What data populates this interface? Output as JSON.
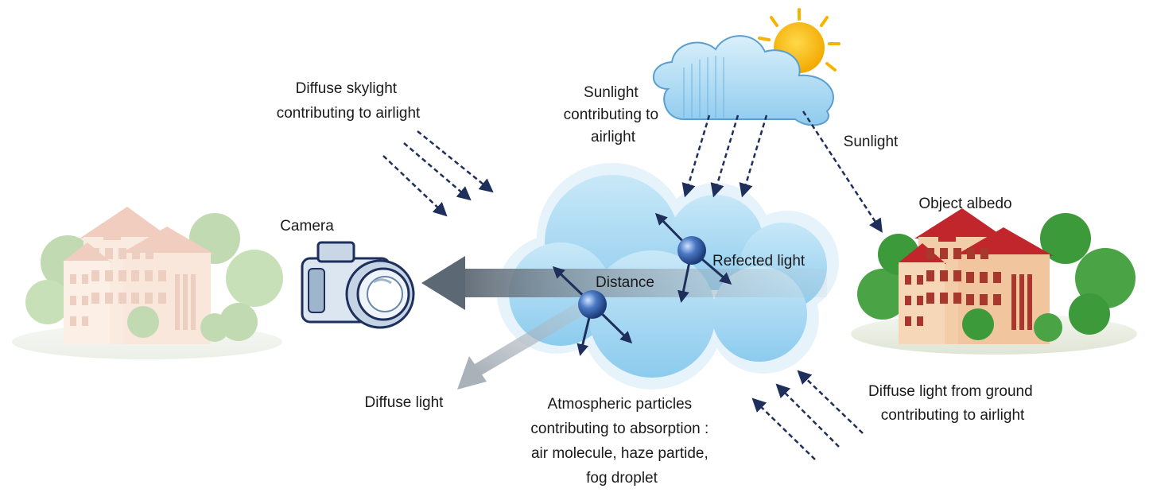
{
  "labels": {
    "diffuse_skylight": [
      "Diffuse skylight",
      "contributing to airlight"
    ],
    "sunlight_airlight": [
      "Sunlight",
      "contributing to",
      "airlight"
    ],
    "sunlight": "Sunlight",
    "object_albedo": "Object albedo",
    "camera": "Camera",
    "refected_light": "Refected light",
    "distance": "Distance",
    "diffuse_light": "Diffuse light",
    "atmospheric": [
      "Atmospheric particles",
      "contributing to absorption :",
      "air molecule, haze partide,",
      "fog droplet"
    ],
    "diffuse_ground": [
      "Diffuse light from ground",
      "contributing to airlight"
    ]
  },
  "colors": {
    "arrow_dark": "#1f2f5c",
    "cloud_blue": "#a9d8f2",
    "cloud_edge": "#d6ecf8",
    "roof_red": "#c0262b",
    "wall_cream": "#f3cda8",
    "tree_green": "#3d9a3a",
    "faded_building": "#f2d6c4",
    "faded_tree": "#bcd7a7",
    "sun_yellow": "#f6b400",
    "particle_blue": "#2f5aa0"
  },
  "icons": [
    "sun-icon",
    "cloud-icon",
    "camera-icon",
    "building-icon",
    "tree-icon",
    "particle-icon"
  ]
}
